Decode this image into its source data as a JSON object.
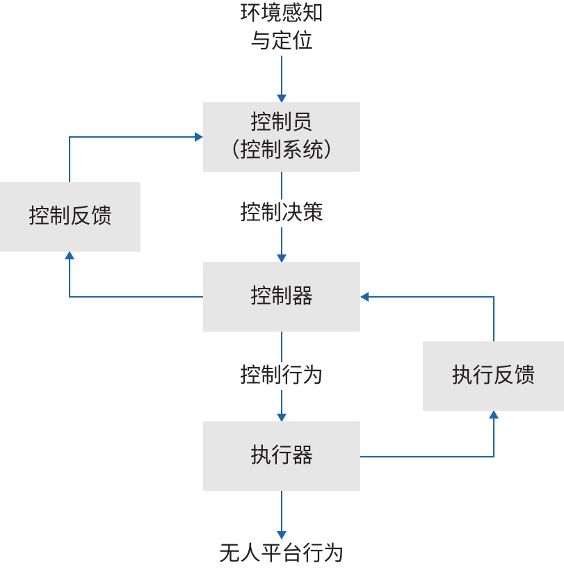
{
  "input": {
    "line1": "环境感知",
    "line2": "与定位"
  },
  "nodes": {
    "operator": {
      "line1": "控制员",
      "line2": "（控制系统）"
    },
    "control_feedback": "控制反馈",
    "controller": "控制器",
    "execution_feedback": "执行反馈",
    "actuator": "执行器"
  },
  "edge_labels": {
    "control_decision": "控制决策",
    "control_action": "控制行为"
  },
  "output": "无人平台行为",
  "colors": {
    "arrow": "#1a64b0",
    "box_fill": "#e6e6e6",
    "text": "#231f20"
  }
}
